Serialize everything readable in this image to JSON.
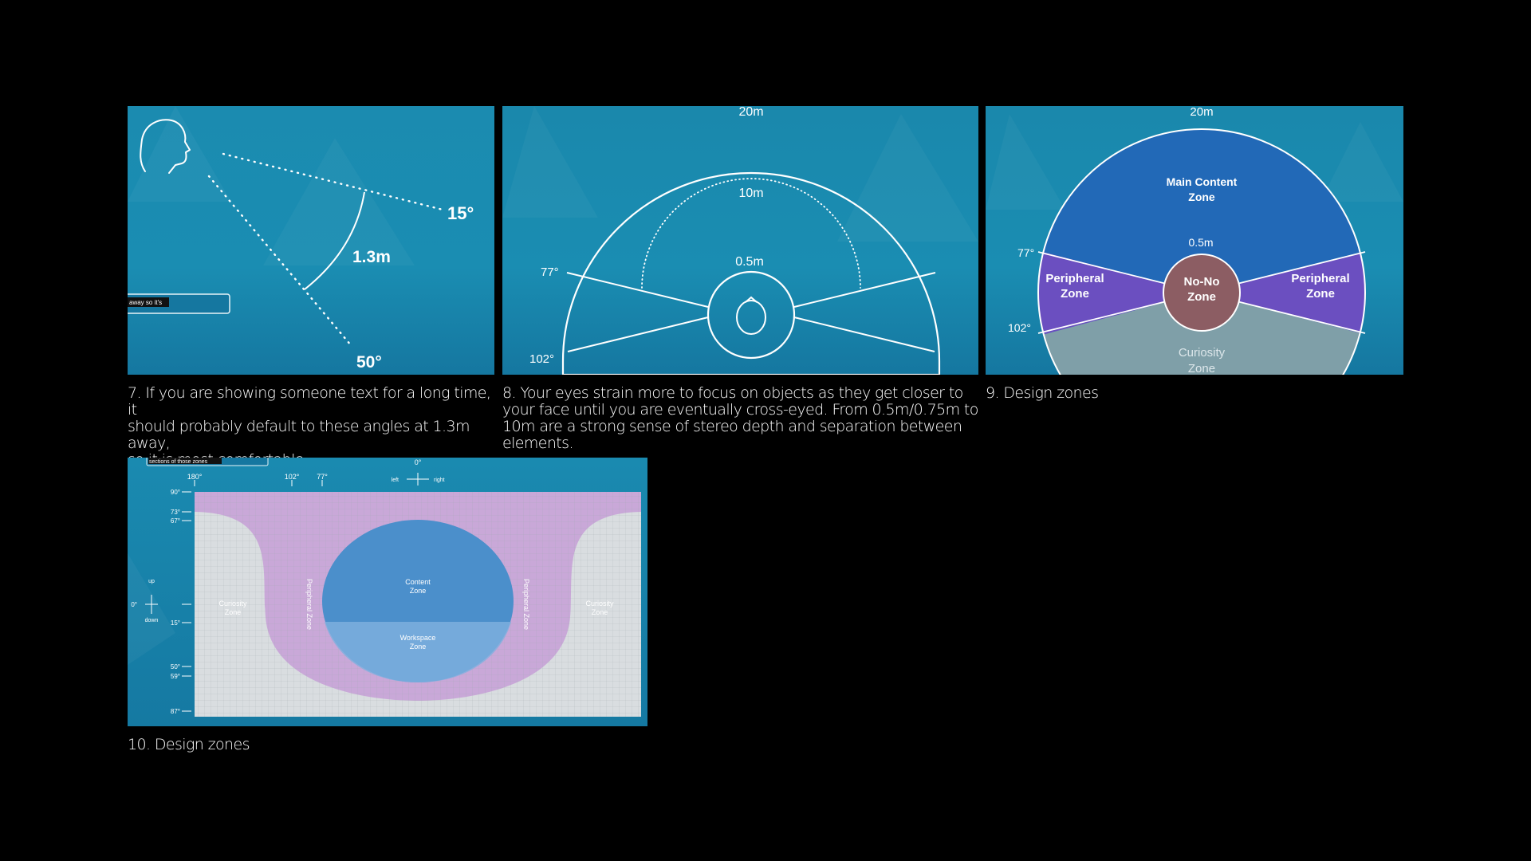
{
  "colors": {
    "background": "#000000",
    "panel_bg": "#1a87a8",
    "panel_bg_light": "#1c96b9",
    "content_zone": "#2166b8",
    "peripheral_zone": "#6b4fc0",
    "no_no_zone": "#8c5d63",
    "curiosity_zone": "#7a9aa6",
    "zone_map_purple": "#c9a8d8",
    "zone_map_grey": "#d9dde0",
    "zone_map_blue": "#4b8fcb"
  },
  "panel7": {
    "icon": "head-profile-icon",
    "angle_top": "15°",
    "distance": "1.3m",
    "angle_bottom": "50°",
    "subtitle_text": "away so it's",
    "caption_lines": [
      "7. If you are showing someone text for a long time, it",
      "should probably default to these angles at 1.3m away,",
      "so it is most comfortable."
    ]
  },
  "panel8": {
    "label_20m": "20m",
    "label_10m": "10m",
    "label_05m": "0.5m",
    "label_77": "77°",
    "label_102": "102°",
    "icon": "head-top-icon",
    "caption_lines": [
      "8. Your eyes strain more to focus on objects as they get closer to",
      "your face until you are eventually cross-eyed. From 0.5m/0.75m to",
      "10m are a strong sense of stereo depth and separation between",
      "elements."
    ]
  },
  "panel9": {
    "label_20m": "20m",
    "label_05m": "0.5m",
    "label_77": "77°",
    "label_102": "102°",
    "main_content_1": "Main Content",
    "main_content_2": "Zone",
    "peripheral_1": "Peripheral",
    "peripheral_2": "Zone",
    "nono_1": "No-No",
    "nono_2": "Zone",
    "curiosity_1": "Curiosity",
    "curiosity_2": "Zone",
    "caption": "9. Design zones"
  },
  "panel10": {
    "subtitle_text": "sections of those zones",
    "label_0_top": "0°",
    "left": "left",
    "right": "right",
    "up": "up",
    "down": "down",
    "top_ticks": [
      "180°",
      "102°",
      "77°"
    ],
    "left_ticks": [
      "90°",
      "73°",
      "67°",
      "0°",
      "15°",
      "50°",
      "59°",
      "87°"
    ],
    "curiosity_1": "Curiosity",
    "curiosity_2": "Zone",
    "peripheral": "Peripheral Zone",
    "content_1": "Content",
    "content_2": "Zone",
    "workspace_1": "Workspace",
    "workspace_2": "Zone",
    "caption": "10. Design zones"
  }
}
